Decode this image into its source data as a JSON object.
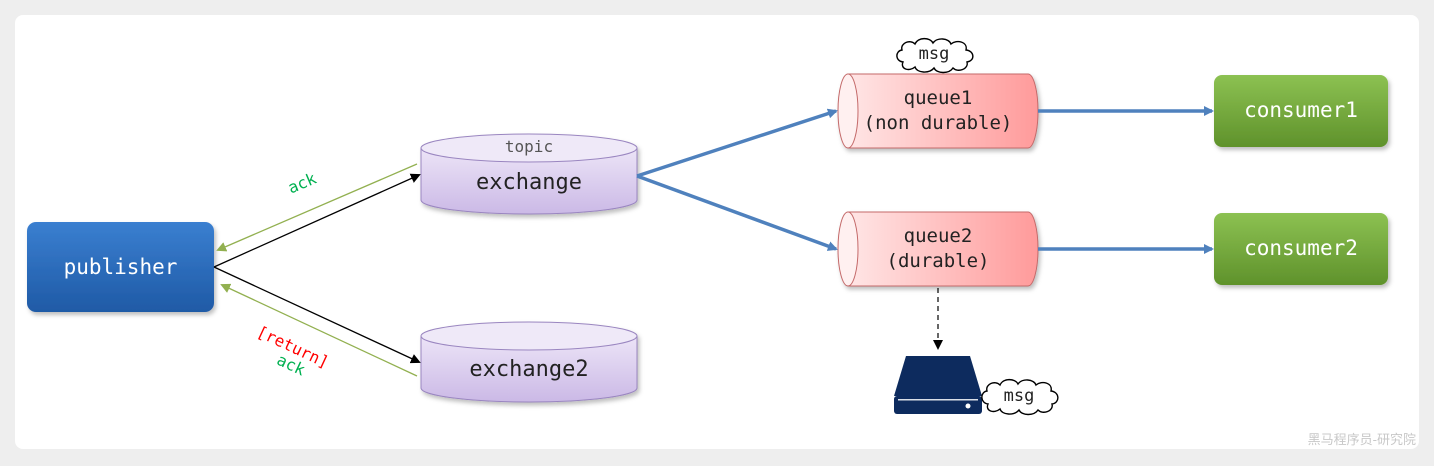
{
  "nodes": {
    "publisher": "publisher",
    "exchange_tag": "topic",
    "exchange": "exchange",
    "exchange2": "exchange2",
    "queue1_line1": "queue1",
    "queue1_line2": "(non durable)",
    "queue2_line1": "queue2",
    "queue2_line2": "(durable)",
    "consumer1": "consumer1",
    "consumer2": "consumer2"
  },
  "clouds": {
    "queue_msg": "msg",
    "disk_msg": "msg"
  },
  "arrows": {
    "ack_top": "ack",
    "return_label": "[return]",
    "ack_bottom": "ack"
  },
  "watermark": "黑马程序员-研究院",
  "colors": {
    "publisher_fill": "#2e6fbd",
    "consumer_fill": "#72a63a",
    "exchange_fill": "#d8cbec",
    "queue_fill": "#ff9e9e",
    "ack_green": "#00b050",
    "return_red": "#ff0000",
    "connector_blue": "#4f81bd",
    "disk_navy": "#0d2b5e"
  }
}
